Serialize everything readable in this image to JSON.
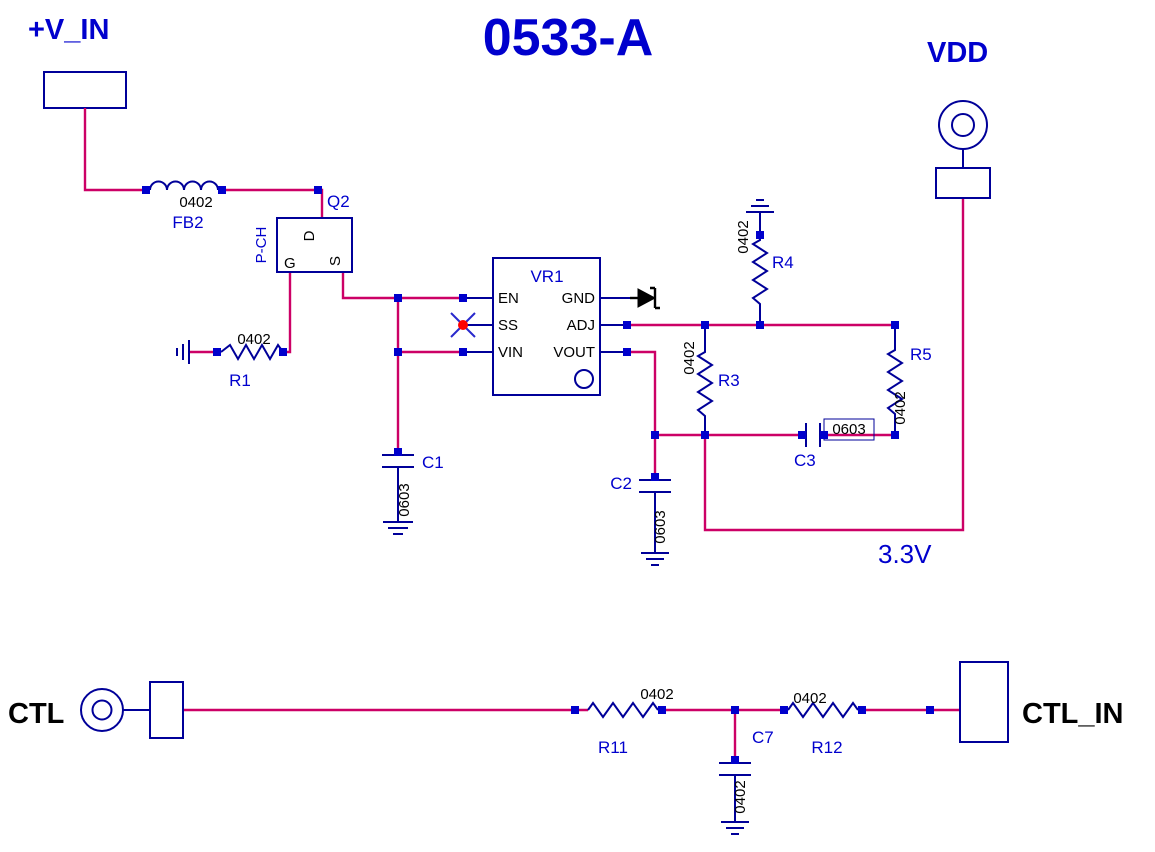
{
  "title": "0533-A",
  "colors": {
    "wire": "#CC0066",
    "component": "#000099",
    "ref_label": "#0000CD",
    "port_label": "#0000CD",
    "junction": "#0000CC",
    "no_connect_dot": "#FF0000"
  },
  "ports": {
    "v_in": {
      "label": "+V_IN"
    },
    "vdd": {
      "label": "VDD"
    },
    "ctl": {
      "label": "CTL"
    },
    "ctl_in": {
      "label": "CTL_IN"
    }
  },
  "nets": {
    "output": "3.3V"
  },
  "components": {
    "fb2": {
      "ref": "FB2",
      "value": "0402"
    },
    "q2": {
      "ref": "Q2",
      "type": "P-CH",
      "pin_d": "D",
      "pin_g": "G",
      "pin_s": "S"
    },
    "r1": {
      "ref": "R1",
      "value": "0402"
    },
    "vr1": {
      "ref": "VR1",
      "pin_en": "EN",
      "pin_ss": "SS",
      "pin_vin": "VIN",
      "pin_gnd": "GND",
      "pin_adj": "ADJ",
      "pin_vout": "VOUT"
    },
    "c1": {
      "ref": "C1",
      "value": "0603"
    },
    "c2": {
      "ref": "C2",
      "value": "0603"
    },
    "c3": {
      "ref": "C3",
      "value": "0603"
    },
    "r3": {
      "ref": "R3",
      "value": "0402"
    },
    "r4": {
      "ref": "R4",
      "value": "0402"
    },
    "r5": {
      "ref": "R5",
      "value": "0402"
    },
    "r11": {
      "ref": "R11",
      "value": "0402"
    },
    "r12": {
      "ref": "R12",
      "value": "0402"
    },
    "c7": {
      "ref": "C7",
      "value": "0402"
    }
  }
}
